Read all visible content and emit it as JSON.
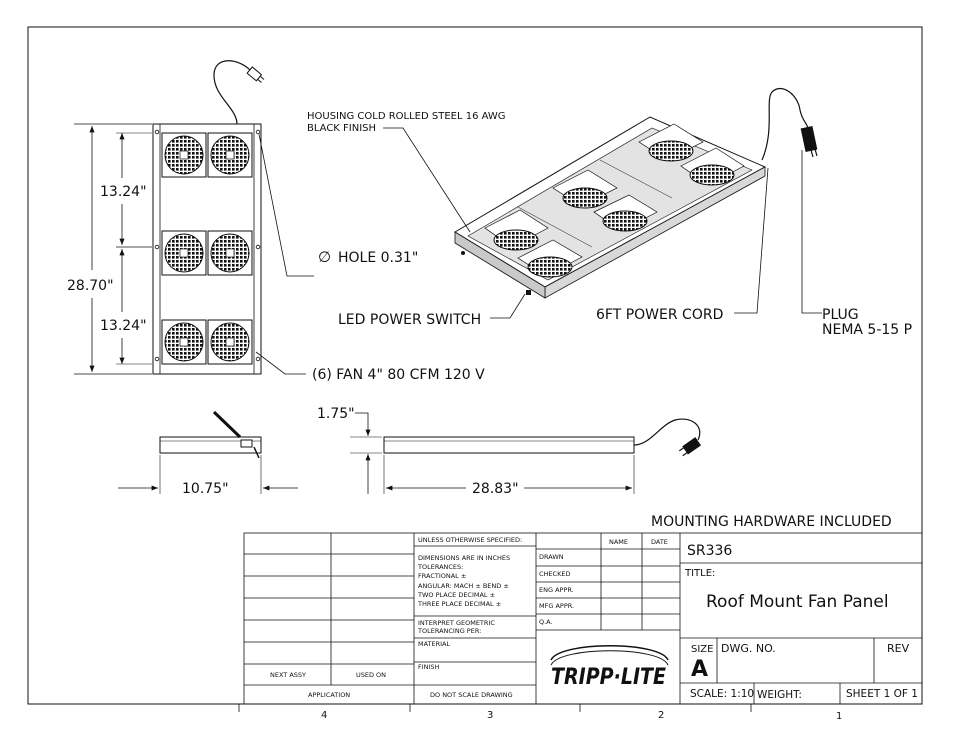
{
  "dimensions": {
    "panel_pitch_top": "13.24\"",
    "panel_overall_length": "28.70\"",
    "panel_pitch_bottom": "13.24\"",
    "height": "1.75\"",
    "width": "10.75\"",
    "side_length": "28.83\""
  },
  "callouts": {
    "housing_line1": "HOUSING COLD ROLLED STEEL 16 AWG",
    "housing_line2": "BLACK FINISH",
    "hole": "HOLE 0.31\"",
    "hole_symbol": "∅",
    "led_switch": "LED POWER SWITCH",
    "fans": "(6) FAN 4\" 80 CFM 120 V",
    "power_cord": "6FT POWER CORD",
    "plug_line1": "PLUG",
    "plug_line2": "NEMA 5-15 P",
    "mounting": "MOUNTING HARDWARE INCLUDED"
  },
  "title_block": {
    "unless": "UNLESS OTHERWISE SPECIFIED:",
    "name_col": "NAME",
    "date_col": "DATE",
    "dim_line1": "DIMENSIONS ARE IN INCHES",
    "dim_line2": "TOLERANCES:",
    "dim_line3": "FRACTIONAL ±",
    "dim_line4": "ANGULAR: MACH ±   BEND ±",
    "dim_line5": "TWO PLACE DECIMAL   ±",
    "dim_line6": "THREE PLACE DECIMAL  ±",
    "drawn": "DRAWN",
    "checked": "CHECKED",
    "eng_appr": "ENG APPR.",
    "mfg_appr": "MFG APPR.",
    "qa": "Q.A.",
    "interpret1": "INTERPRET GEOMETRIC",
    "interpret2": "TOLERANCING PER:",
    "material": "MATERIAL",
    "finish": "FINISH",
    "next_assy": "NEXT ASSY",
    "used_on": "USED ON",
    "application": "APPLICATION",
    "do_not_scale": "DO NOT SCALE DRAWING",
    "part_number": "SR336",
    "title_label": "TITLE:",
    "title": "Roof Mount Fan Panel",
    "size_label": "SIZE",
    "size": "A",
    "dwg_no_label": "DWG.  NO.",
    "rev_label": "REV",
    "scale": "SCALE: 1:10",
    "weight": "WEIGHT:",
    "sheet": "SHEET 1 OF 1",
    "logo": "TRIPP·LITE"
  },
  "zones": [
    "4",
    "3",
    "2",
    "1"
  ]
}
